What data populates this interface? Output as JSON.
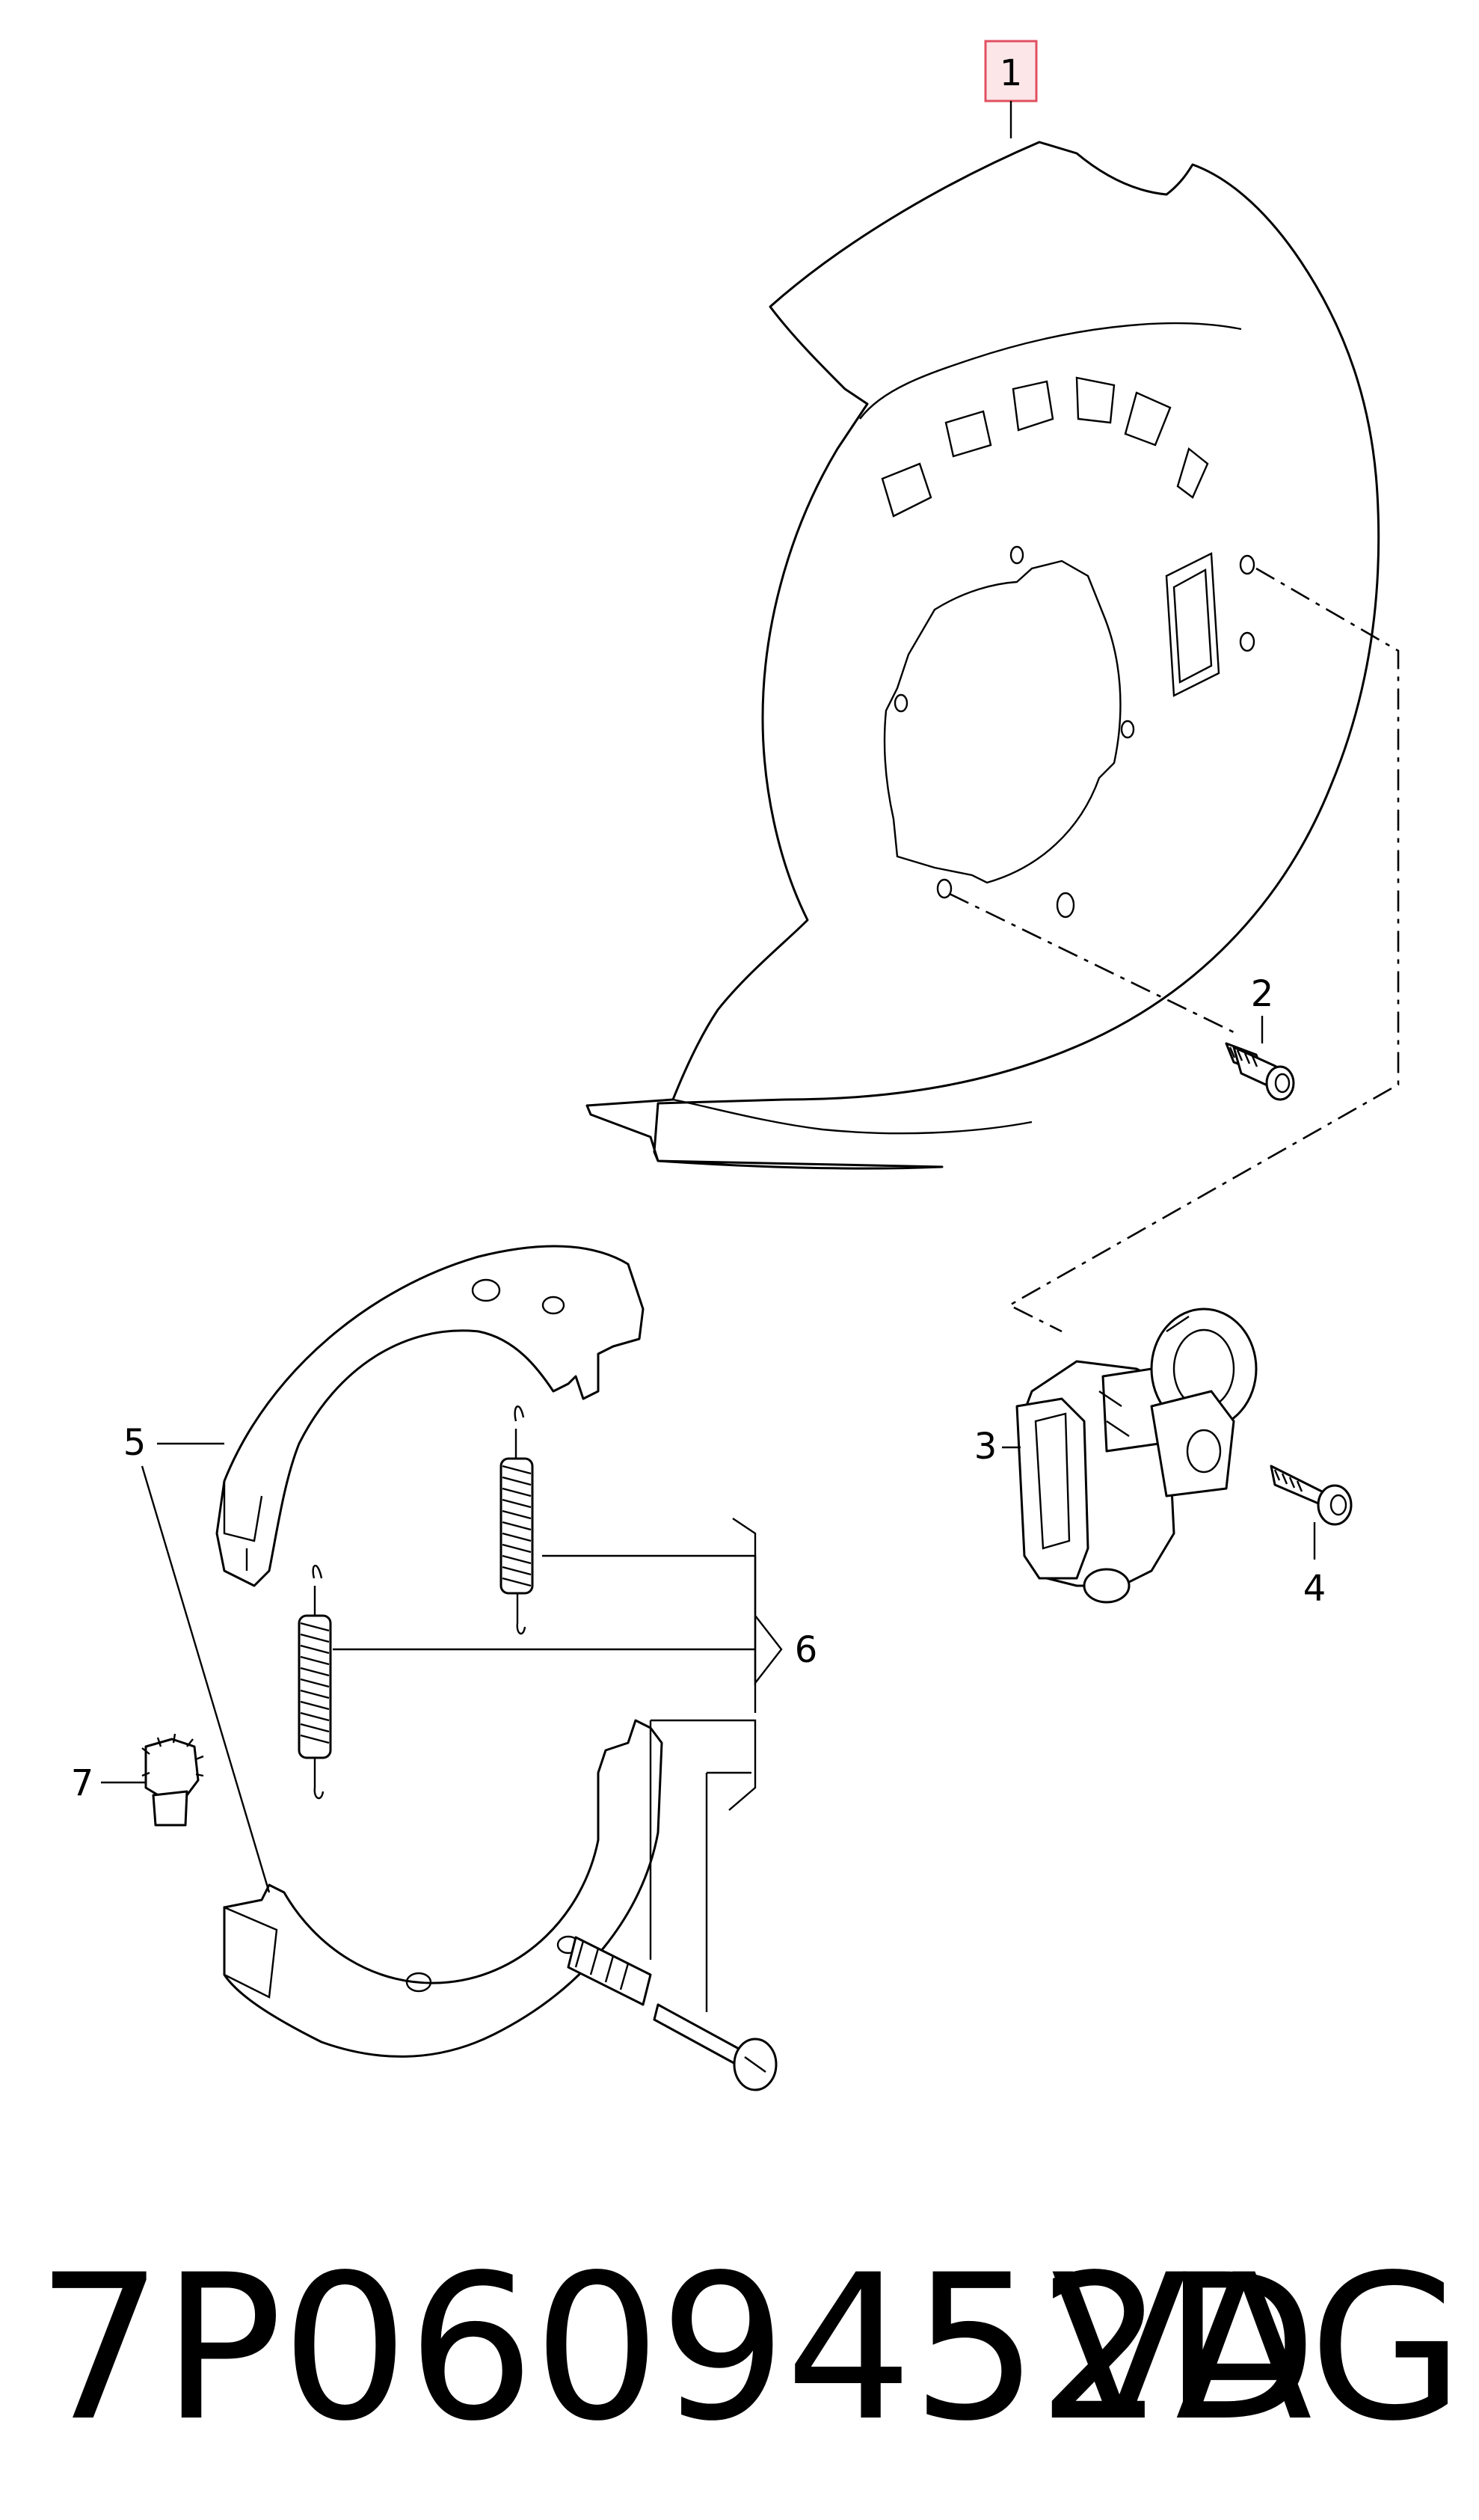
{
  "callouts": {
    "c1": "1",
    "c2": "2",
    "c3": "3",
    "c4": "4",
    "c5": "5",
    "c6": "6",
    "c7": "7"
  },
  "footer": {
    "part_number": "7P0609452D",
    "brand": "VAG"
  },
  "colors": {
    "highlight_border": "#e05060",
    "highlight_fill": "#fde6e8",
    "line": "#000000"
  }
}
